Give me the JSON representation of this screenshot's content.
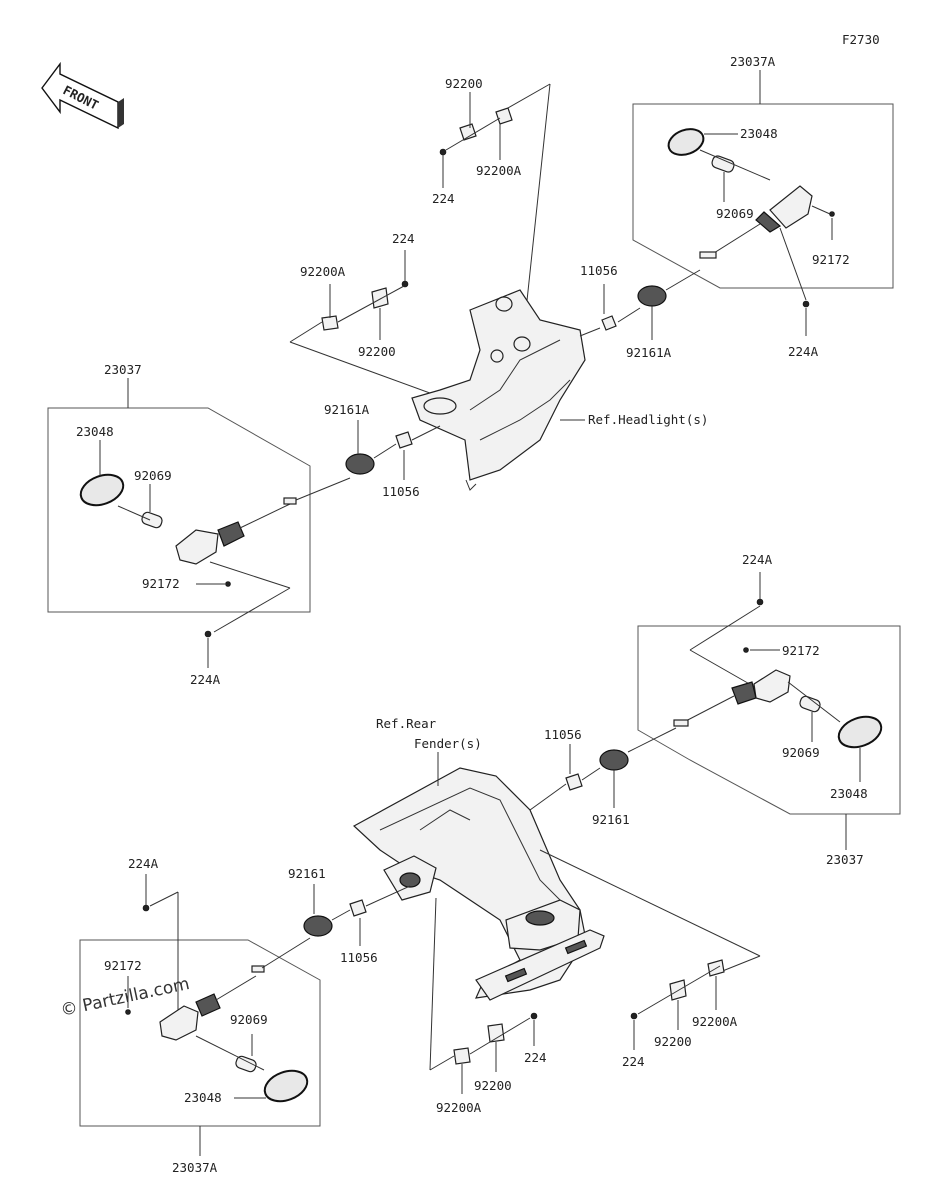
{
  "diagram_code": "F2730",
  "front_label": "FRONT",
  "copyright": "© Partzilla.com",
  "callouts": {
    "top_92200": "92200",
    "top_92200A": "92200A",
    "top_224": "224",
    "mid_224": "224",
    "mid_92200A": "92200A",
    "mid_92200": "92200",
    "tr_23037A": "23037A",
    "tr_23048": "23048",
    "tr_92069": "92069",
    "tr_92172": "92172",
    "tr_11056": "11056",
    "tr_92161A": "92161A",
    "tr_224A": "224A",
    "ref_headlight": "Ref.Headlight(s)",
    "l_23037": "23037",
    "l_23048": "23048",
    "l_92069": "92069",
    "l_92172": "92172",
    "l_92161A": "92161A",
    "l_11056": "11056",
    "l_224A": "224A",
    "r_224A": "224A",
    "r_92172": "92172",
    "r_92069": "92069",
    "r_23048": "23048",
    "r_23037": "23037",
    "r_11056": "11056",
    "r_92161": "92161",
    "ref_rear_1": "Ref.Rear",
    "ref_rear_2": "Fender(s)",
    "bl_224A": "224A",
    "bl_92161": "92161",
    "bl_11056": "11056",
    "bl_92172": "92172",
    "bl_92069": "92069",
    "bl_23048": "23048",
    "bl_23037A": "23037A",
    "bc_224": "224",
    "bc_92200": "92200",
    "bc_92200A": "92200A",
    "br_224": "224",
    "br_92200": "92200",
    "br_92200A": "92200A"
  }
}
